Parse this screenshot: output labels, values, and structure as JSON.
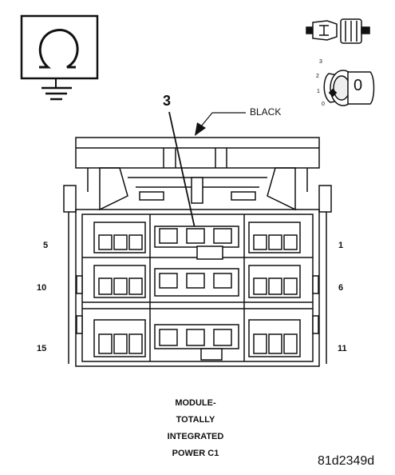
{
  "callout_number": "3",
  "color_label": "BLACK",
  "pin_labels": {
    "top_left": "5",
    "top_right": "1",
    "middle_left": "10",
    "middle_right": "6",
    "bottom_left": "15",
    "bottom_right": "11"
  },
  "caption_lines": [
    "MODULE-",
    "TOTALLY",
    "INTEGRATED",
    "POWER C1"
  ],
  "figure_id": "81d2349d",
  "ignition_positions": [
    "3",
    "2",
    "1",
    "0"
  ],
  "ignition_key_label": "0",
  "icons": {
    "ground_symbol": "ohm-ground-icon",
    "connector_symbol": "connector-icon",
    "ignition_switch": "ignition-key-icon"
  }
}
